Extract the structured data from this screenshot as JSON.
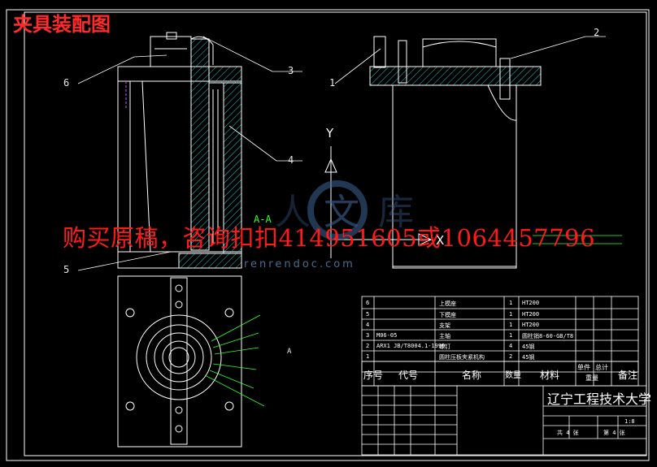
{
  "drawing": {
    "title": "夹具装配图",
    "promo_text": "购买原稿，咨询扣扣414951605或1064457796",
    "watermark_text": "renrendoc.com",
    "watermark_chars": [
      "人",
      "文",
      "库"
    ],
    "callouts": [
      "1",
      "2",
      "3",
      "4",
      "5",
      "6"
    ],
    "axis_label_y": "Y",
    "axis_label_x": "X",
    "section_mark": "A-A",
    "section_side": "A"
  },
  "bom": {
    "rows": [
      {
        "no": "6",
        "code": "",
        "name": "上模座",
        "qty": "1",
        "material": "HT200"
      },
      {
        "no": "5",
        "code": "",
        "name": "下模座",
        "qty": "1",
        "material": "HT200"
      },
      {
        "no": "4",
        "code": "",
        "name": "支架",
        "qty": "1",
        "material": "HT200"
      },
      {
        "no": "3",
        "code": "M06-05",
        "name": "主轴",
        "qty": "1",
        "material": "圆柱销8-60-GB/T8"
      },
      {
        "no": "2",
        "code": "ARX1 JB/T8004.1-1999",
        "name": "螺钉",
        "qty": "4",
        "material": "45钢"
      },
      {
        "no": "1",
        "code": "",
        "name": "圆柱压板夹紧机构",
        "qty": "2",
        "material": "45钢"
      }
    ],
    "headers": {
      "no": "序号",
      "code": "代号",
      "name": "名称",
      "qty": "数量",
      "material": "材料",
      "unit_weight": "单件",
      "total_weight": "总计",
      "weight": "重量",
      "remark": "备注"
    }
  },
  "title_block": {
    "university": "辽宁工程技术大学",
    "scale": "1:8",
    "sheet": "共 4 张",
    "sheet_no": "第 4 张"
  },
  "colors": {
    "background": "#000000",
    "line": "#ffffff",
    "hatch": "#22c9c9",
    "leader_green": "#33ff33",
    "red_text": "#ff2a2a"
  }
}
